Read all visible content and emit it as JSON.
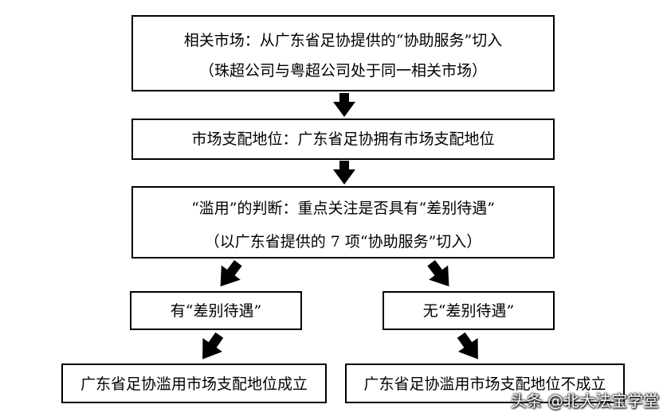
{
  "nodes": {
    "market": {
      "line1": "相关市场：从广东省足协提供的“协助服务”切入",
      "line2": "（珠超公司与粤超公司处于同一相关市场）"
    },
    "dominance": {
      "line1": "市场支配地位：广东省足协拥有市场支配地位"
    },
    "abuse": {
      "line1": "“滥用”的判断：重点关注是否具有“差别待遇”",
      "line2": "（以广东省提供的 7 项“协助服务”切入）"
    },
    "yes": {
      "line1": "有“差别待遇”"
    },
    "no": {
      "line1": "无“差别待遇”"
    },
    "established": {
      "line1": "广东省足协滥用市场支配地位成立"
    },
    "not_established": {
      "line1": "广东省足协滥用市场支配地位不成立"
    }
  },
  "watermark": "头条 @北大法宝学堂",
  "colors": {
    "stroke": "#000000",
    "background": "#ffffff",
    "watermark": "#ffffff"
  }
}
